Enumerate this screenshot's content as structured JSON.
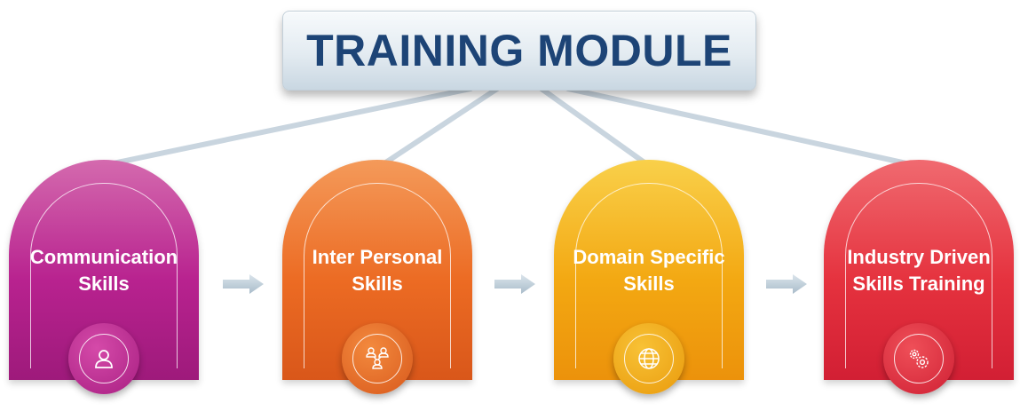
{
  "title": "TRAINING MODULE",
  "colors": {
    "title_text": "#1d4476",
    "card1": "#b8228f",
    "card2": "#ec6b23",
    "card3": "#f3a812",
    "card4": "#e5323e",
    "arrow": "#b9cad6"
  },
  "cards": [
    {
      "label": "Communication\nSkills",
      "icon": "person-icon"
    },
    {
      "label": "Inter Personal\nSkills",
      "icon": "people-network-icon"
    },
    {
      "label": "Domain Specific\nSkills",
      "icon": "globe-icon"
    },
    {
      "label": "Industry Driven\nSkills Training",
      "icon": "gears-icon"
    }
  ]
}
